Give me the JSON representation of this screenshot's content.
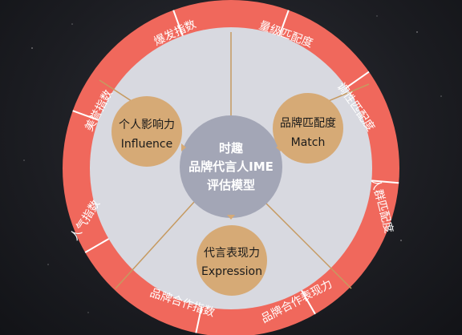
{
  "colors": {
    "ring": "#f0685c",
    "ring_divider": "#ffffff",
    "inner_disc": "#d8d9e0",
    "center_disc": "#a3a6b6",
    "bubble": "#d6aa76",
    "connector": "#c69a60",
    "background": "#1c1d22"
  },
  "center": {
    "line1": "时趣",
    "line2": "品牌代言人IME",
    "line3": "评估模型"
  },
  "bubbles": {
    "influence": {
      "cn": "个人影响力",
      "en": "Influence"
    },
    "match": {
      "cn": "品牌匹配度",
      "en": "Match"
    },
    "expression": {
      "cn": "代言表现力",
      "en": "Expression"
    }
  },
  "ring_labels": {
    "burst": "爆发指数",
    "magnitude": "量级匹配度",
    "tone": "调性匹配度",
    "audience": "人群匹配度",
    "brand_performance": "品牌合作表现力",
    "brand_cooperation": "品牌合作指数",
    "popularity": "人气指数",
    "reputation": "美誉指数"
  }
}
